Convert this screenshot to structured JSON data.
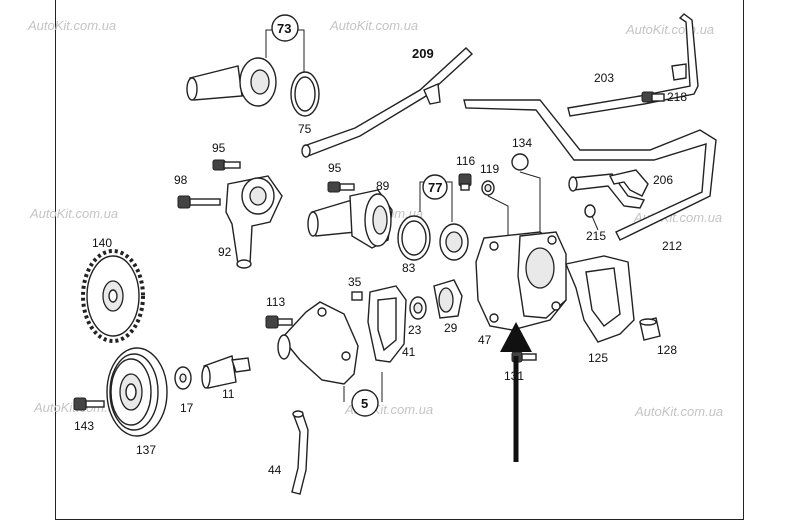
{
  "watermark": "AutoKit.com.ua",
  "labels": {
    "p73": "73",
    "p75": "75",
    "p209": "209",
    "p203": "203",
    "p218": "218",
    "p95a": "95",
    "p98": "98",
    "p92": "92",
    "p95b": "95",
    "p89": "89",
    "p77": "77",
    "p83": "83",
    "p116": "116",
    "p119": "119",
    "p134": "134",
    "p206": "206",
    "p215": "215",
    "p212": "212",
    "p140": "140",
    "p35": "35",
    "p113": "113",
    "p23": "23",
    "p29": "29",
    "p41": "41",
    "p47": "47",
    "p125": "125",
    "p128": "128",
    "p131": "131",
    "p143": "143",
    "p17": "17",
    "p11": "11",
    "p5": "5",
    "p137": "137",
    "p44": "44"
  }
}
